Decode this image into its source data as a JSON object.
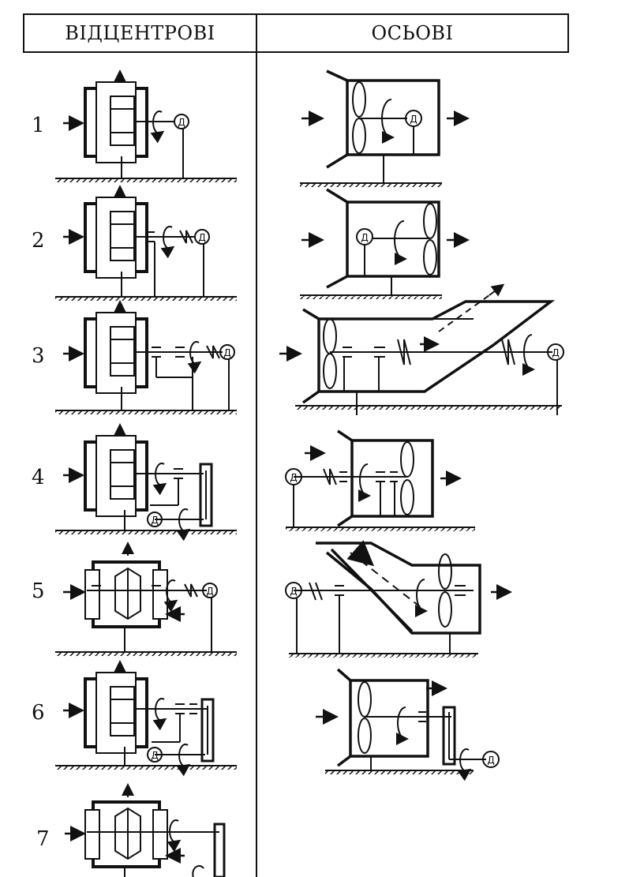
{
  "headers": {
    "centrifugal": "ВІДЦЕНТРОВІ",
    "axial": "ОСЬОВІ"
  },
  "row_numbers": [
    "1",
    "2",
    "3",
    "4",
    "5",
    "6",
    "7"
  ],
  "motor_label": "Д"
}
